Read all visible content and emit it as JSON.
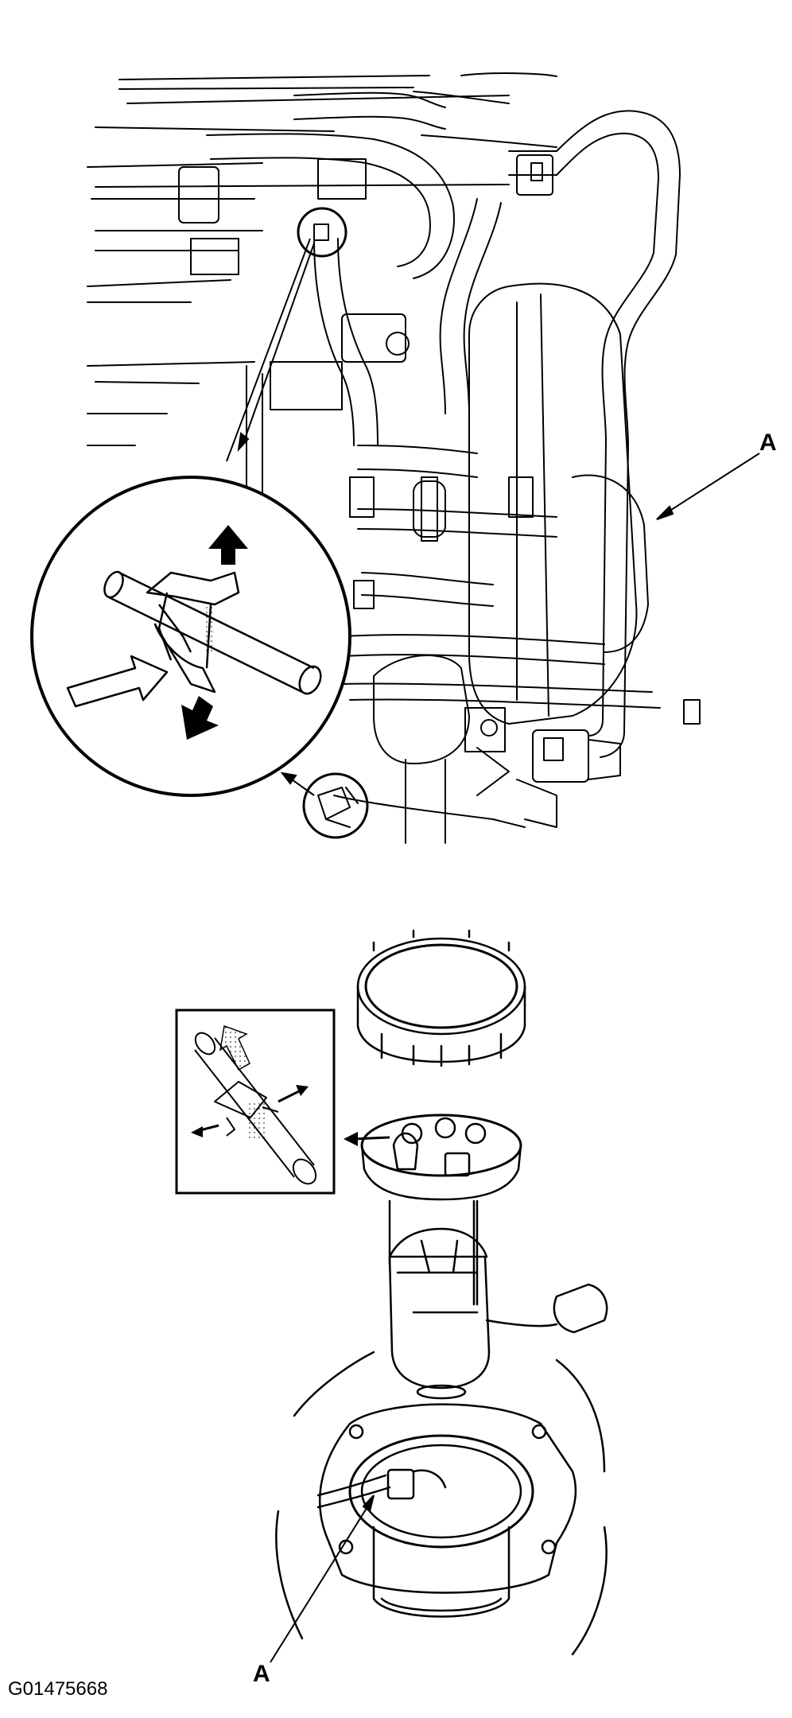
{
  "labels": {
    "top_hose": "A",
    "bottom_hose": "A"
  },
  "figure_code": "G01475668",
  "colors": {
    "ink": "#000000",
    "paper": "#ffffff",
    "shade": "#d9d9d9"
  }
}
